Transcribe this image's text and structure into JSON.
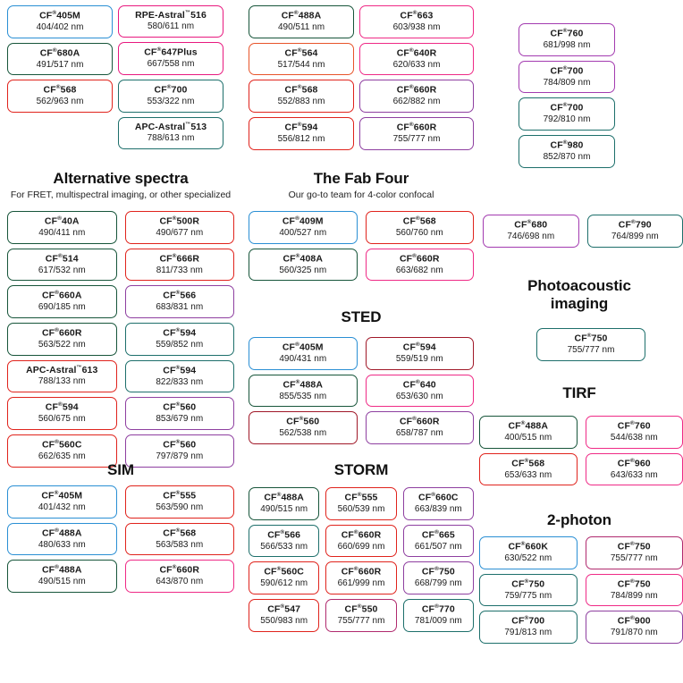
{
  "top": {
    "column_a": [
      {
        "name": "CF",
        "reg": "®",
        "code": "405M",
        "tm": "",
        "wl": "404/402 nm",
        "color": "c-blue"
      },
      {
        "name": "CF",
        "reg": "®",
        "code": "680A",
        "tm": "",
        "wl": "491/517 nm",
        "color": "c-dkgreen"
      },
      {
        "name": "CF",
        "reg": "®",
        "code": "568",
        "tm": "",
        "wl": "562/963 nm",
        "color": "c-red"
      }
    ],
    "column_b": [
      {
        "name": "RPE-Astral",
        "reg": "",
        "code": "516",
        "tm": "™",
        "wl": "580/611 nm",
        "color": "c-magenta"
      },
      {
        "name": "CF",
        "reg": "®",
        "code": "647Plus",
        "tm": "",
        "wl": "667/558 nm",
        "color": "c-magenta"
      },
      {
        "name": "CF",
        "reg": "®",
        "code": "700",
        "tm": "",
        "wl": "553/322 nm",
        "color": "c-teal"
      },
      {
        "name": "APC-Astral",
        "reg": "",
        "code": "513",
        "tm": "™",
        "wl": "788/613 nm",
        "color": "c-teal"
      }
    ],
    "column_c": [
      {
        "name": "CF",
        "reg": "®",
        "code": "488A",
        "tm": "",
        "wl": "490/511 nm",
        "color": "c-dkgreen"
      },
      {
        "name": "CF",
        "reg": "®",
        "code": "564",
        "tm": "",
        "wl": "517/544 nm",
        "color": "c-orange"
      },
      {
        "name": "CF",
        "reg": "®",
        "code": "568",
        "tm": "",
        "wl": "552/883 nm",
        "color": "c-red"
      },
      {
        "name": "CF",
        "reg": "®",
        "code": "594",
        "tm": "",
        "wl": "556/812 nm",
        "color": "c-red"
      }
    ],
    "column_d": [
      {
        "name": "CF",
        "reg": "®",
        "code": "663",
        "tm": "",
        "wl": "603/938 nm",
        "color": "c-pink"
      },
      {
        "name": "CF",
        "reg": "®",
        "code": "640R",
        "tm": "",
        "wl": "620/633 nm",
        "color": "c-pink"
      },
      {
        "name": "CF",
        "reg": "®",
        "code": "660R",
        "tm": "",
        "wl": "662/882 nm",
        "color": "c-purple"
      },
      {
        "name": "CF",
        "reg": "®",
        "code": "660R",
        "tm": "",
        "wl": "755/777 nm",
        "color": "c-purple"
      }
    ],
    "column_e": [
      {
        "name": "CF",
        "reg": "®",
        "code": "760",
        "tm": "",
        "wl": "681/998 nm",
        "color": "c-violet"
      },
      {
        "name": "CF",
        "reg": "®",
        "code": "700",
        "tm": "",
        "wl": "784/809 nm",
        "color": "c-violet"
      },
      {
        "name": "CF",
        "reg": "®",
        "code": "700",
        "tm": "",
        "wl": "792/810 nm",
        "color": "c-teal"
      },
      {
        "name": "CF",
        "reg": "®",
        "code": "980",
        "tm": "",
        "wl": "852/870 nm",
        "color": "c-teal"
      }
    ]
  },
  "alternative": {
    "title": "Alternative spectra",
    "subtitle": "For FRET, multispectral imaging, or other specialized",
    "items": [
      {
        "name": "CF",
        "reg": "®",
        "code": "40A",
        "tm": "",
        "wl": "490/411 nm",
        "color": "c-dkgreen"
      },
      {
        "name": "CF",
        "reg": "®",
        "code": "500R",
        "tm": "",
        "wl": "490/677 nm",
        "color": "c-red"
      },
      {
        "name": "CF",
        "reg": "®",
        "code": "514",
        "tm": "",
        "wl": "617/532 nm",
        "color": "c-dkgreen"
      },
      {
        "name": "CF",
        "reg": "®",
        "code": "666R",
        "tm": "",
        "wl": "811/733 nm",
        "color": "c-red"
      },
      {
        "name": "CF",
        "reg": "®",
        "code": "660A",
        "tm": "",
        "wl": "690/185 nm",
        "color": "c-dkgreen"
      },
      {
        "name": "CF",
        "reg": "®",
        "code": "566",
        "tm": "",
        "wl": "683/831 nm",
        "color": "c-purple"
      },
      {
        "name": "CF",
        "reg": "®",
        "code": "660R",
        "tm": "",
        "wl": "563/522 nm",
        "color": "c-dkgreen"
      },
      {
        "name": "CF",
        "reg": "®",
        "code": "594",
        "tm": "",
        "wl": "559/852 nm",
        "color": "c-teal"
      },
      {
        "name": "APC-Astral",
        "reg": "",
        "code": "613",
        "tm": "™",
        "wl": "788/133 nm",
        "color": "c-red"
      },
      {
        "name": "CF",
        "reg": "®",
        "code": "594",
        "tm": "",
        "wl": "822/833 nm",
        "color": "c-teal"
      },
      {
        "name": "CF",
        "reg": "®",
        "code": "594",
        "tm": "",
        "wl": "560/675 nm",
        "color": "c-red"
      },
      {
        "name": "CF",
        "reg": "®",
        "code": "560",
        "tm": "",
        "wl": "853/679 nm",
        "color": "c-purple"
      },
      {
        "name": "CF",
        "reg": "®",
        "code": "560C",
        "tm": "",
        "wl": "662/635 nm",
        "color": "c-red"
      },
      {
        "name": "CF",
        "reg": "®",
        "code": "560",
        "tm": "",
        "wl": "797/879 nm",
        "color": "c-purple"
      }
    ]
  },
  "sim": {
    "title": "SIM",
    "items": [
      {
        "name": "CF",
        "reg": "®",
        "code": "405M",
        "tm": "",
        "wl": "401/432 nm",
        "color": "c-blue"
      },
      {
        "name": "CF",
        "reg": "®",
        "code": "555",
        "tm": "",
        "wl": "563/590 nm",
        "color": "c-red"
      },
      {
        "name": "CF",
        "reg": "®",
        "code": "488A",
        "tm": "",
        "wl": "480/633 nm",
        "color": "c-blue"
      },
      {
        "name": "CF",
        "reg": "®",
        "code": "568",
        "tm": "",
        "wl": "563/583 nm",
        "color": "c-red"
      },
      {
        "name": "CF",
        "reg": "®",
        "code": "488A",
        "tm": "",
        "wl": "490/515 nm",
        "color": "c-dkgreen"
      },
      {
        "name": "CF",
        "reg": "®",
        "code": "660R",
        "tm": "",
        "wl": "643/870 nm",
        "color": "c-pink"
      }
    ]
  },
  "fabfour": {
    "title": "The Fab Four",
    "subtitle": "Our go-to team for 4-color confocal",
    "items": [
      {
        "name": "CF",
        "reg": "®",
        "code": "409M",
        "tm": "",
        "wl": "400/527 nm",
        "color": "c-blue"
      },
      {
        "name": "CF",
        "reg": "®",
        "code": "568",
        "tm": "",
        "wl": "560/760 nm",
        "color": "c-red"
      },
      {
        "name": "CF",
        "reg": "®",
        "code": "408A",
        "tm": "",
        "wl": "560/325 nm",
        "color": "c-dkgreen"
      },
      {
        "name": "CF",
        "reg": "®",
        "code": "660R",
        "tm": "",
        "wl": "663/682 nm",
        "color": "c-pink"
      }
    ]
  },
  "sted": {
    "title": "STED",
    "items": [
      {
        "name": "CF",
        "reg": "®",
        "code": "405M",
        "tm": "",
        "wl": "490/431 nm",
        "color": "c-blue"
      },
      {
        "name": "CF",
        "reg": "®",
        "code": "594",
        "tm": "",
        "wl": "559/519 nm",
        "color": "c-darkred"
      },
      {
        "name": "CF",
        "reg": "®",
        "code": "488A",
        "tm": "",
        "wl": "855/535 nm",
        "color": "c-dkgreen"
      },
      {
        "name": "CF",
        "reg": "®",
        "code": "640",
        "tm": "",
        "wl": "653/630 nm",
        "color": "c-pink"
      },
      {
        "name": "CF",
        "reg": "®",
        "code": "560",
        "tm": "",
        "wl": "562/538 nm",
        "color": "c-darkred"
      },
      {
        "name": "CF",
        "reg": "®",
        "code": "660R",
        "tm": "",
        "wl": "658/787 nm",
        "color": "c-purple"
      }
    ]
  },
  "storm": {
    "title": "STORM",
    "items": [
      {
        "name": "CF",
        "reg": "®",
        "code": "488A",
        "tm": "",
        "wl": "490/515 nm",
        "color": "c-dkgreen"
      },
      {
        "name": "CF",
        "reg": "®",
        "code": "555",
        "tm": "",
        "wl": "560/539 nm",
        "color": "c-red"
      },
      {
        "name": "CF",
        "reg": "®",
        "code": "660C",
        "tm": "",
        "wl": "663/839 nm",
        "color": "c-purple"
      },
      {
        "name": "CF",
        "reg": "®",
        "code": "566",
        "tm": "",
        "wl": "566/533 nm",
        "color": "c-teal"
      },
      {
        "name": "CF",
        "reg": "®",
        "code": "660R",
        "tm": "",
        "wl": "660/699 nm",
        "color": "c-red"
      },
      {
        "name": "CF",
        "reg": "®",
        "code": "665",
        "tm": "",
        "wl": "661/507 nm",
        "color": "c-purple"
      },
      {
        "name": "CF",
        "reg": "®",
        "code": "560C",
        "tm": "",
        "wl": "590/612 nm",
        "color": "c-red"
      },
      {
        "name": "CF",
        "reg": "®",
        "code": "660R",
        "tm": "",
        "wl": "661/999 nm",
        "color": "c-red"
      },
      {
        "name": "CF",
        "reg": "®",
        "code": "750",
        "tm": "",
        "wl": "668/799 nm",
        "color": "c-purple"
      },
      {
        "name": "CF",
        "reg": "®",
        "code": "547",
        "tm": "",
        "wl": "550/983 nm",
        "color": "c-red"
      },
      {
        "name": "CF",
        "reg": "®",
        "code": "550",
        "tm": "",
        "wl": "755/777 nm",
        "color": "c-plum"
      },
      {
        "name": "CF",
        "reg": "®",
        "code": "770",
        "tm": "",
        "wl": "781/009 nm",
        "color": "c-teal"
      }
    ]
  },
  "right_pair": {
    "items": [
      {
        "name": "CF",
        "reg": "®",
        "code": "680",
        "tm": "",
        "wl": "746/698 nm",
        "color": "c-violet"
      },
      {
        "name": "CF",
        "reg": "®",
        "code": "790",
        "tm": "",
        "wl": "764/899 nm",
        "color": "c-teal"
      }
    ]
  },
  "photoacoustic": {
    "title_line1": "Photoacoustic",
    "title_line2": "imaging",
    "items": [
      {
        "name": "CF",
        "reg": "®",
        "code": "750",
        "tm": "",
        "wl": "755/777 nm",
        "color": "c-teal"
      }
    ]
  },
  "tirf": {
    "title": "TIRF",
    "items": [
      {
        "name": "CF",
        "reg": "®",
        "code": "488A",
        "tm": "",
        "wl": "400/515 nm",
        "color": "c-dkgreen"
      },
      {
        "name": "CF",
        "reg": "®",
        "code": "760",
        "tm": "",
        "wl": "544/638 nm",
        "color": "c-pink"
      },
      {
        "name": "CF",
        "reg": "®",
        "code": "568",
        "tm": "",
        "wl": "653/633 nm",
        "color": "c-red"
      },
      {
        "name": "CF",
        "reg": "®",
        "code": "960",
        "tm": "",
        "wl": "643/633 nm",
        "color": "c-pink"
      }
    ]
  },
  "twophoton": {
    "title": "2-photon",
    "items": [
      {
        "name": "CF",
        "reg": "®",
        "code": "660K",
        "tm": "",
        "wl": "630/522 nm",
        "color": "c-blue"
      },
      {
        "name": "CF",
        "reg": "®",
        "code": "750",
        "tm": "",
        "wl": "755/777 nm",
        "color": "c-plum"
      },
      {
        "name": "CF",
        "reg": "®",
        "code": "750",
        "tm": "",
        "wl": "759/775 nm",
        "color": "c-teal"
      },
      {
        "name": "CF",
        "reg": "®",
        "code": "750",
        "tm": "",
        "wl": "784/899 nm",
        "color": "c-pink"
      },
      {
        "name": "CF",
        "reg": "®",
        "code": "700",
        "tm": "",
        "wl": "791/813 nm",
        "color": "c-teal"
      },
      {
        "name": "CF",
        "reg": "®",
        "code": "900",
        "tm": "",
        "wl": "791/870 nm",
        "color": "c-purple"
      }
    ]
  }
}
